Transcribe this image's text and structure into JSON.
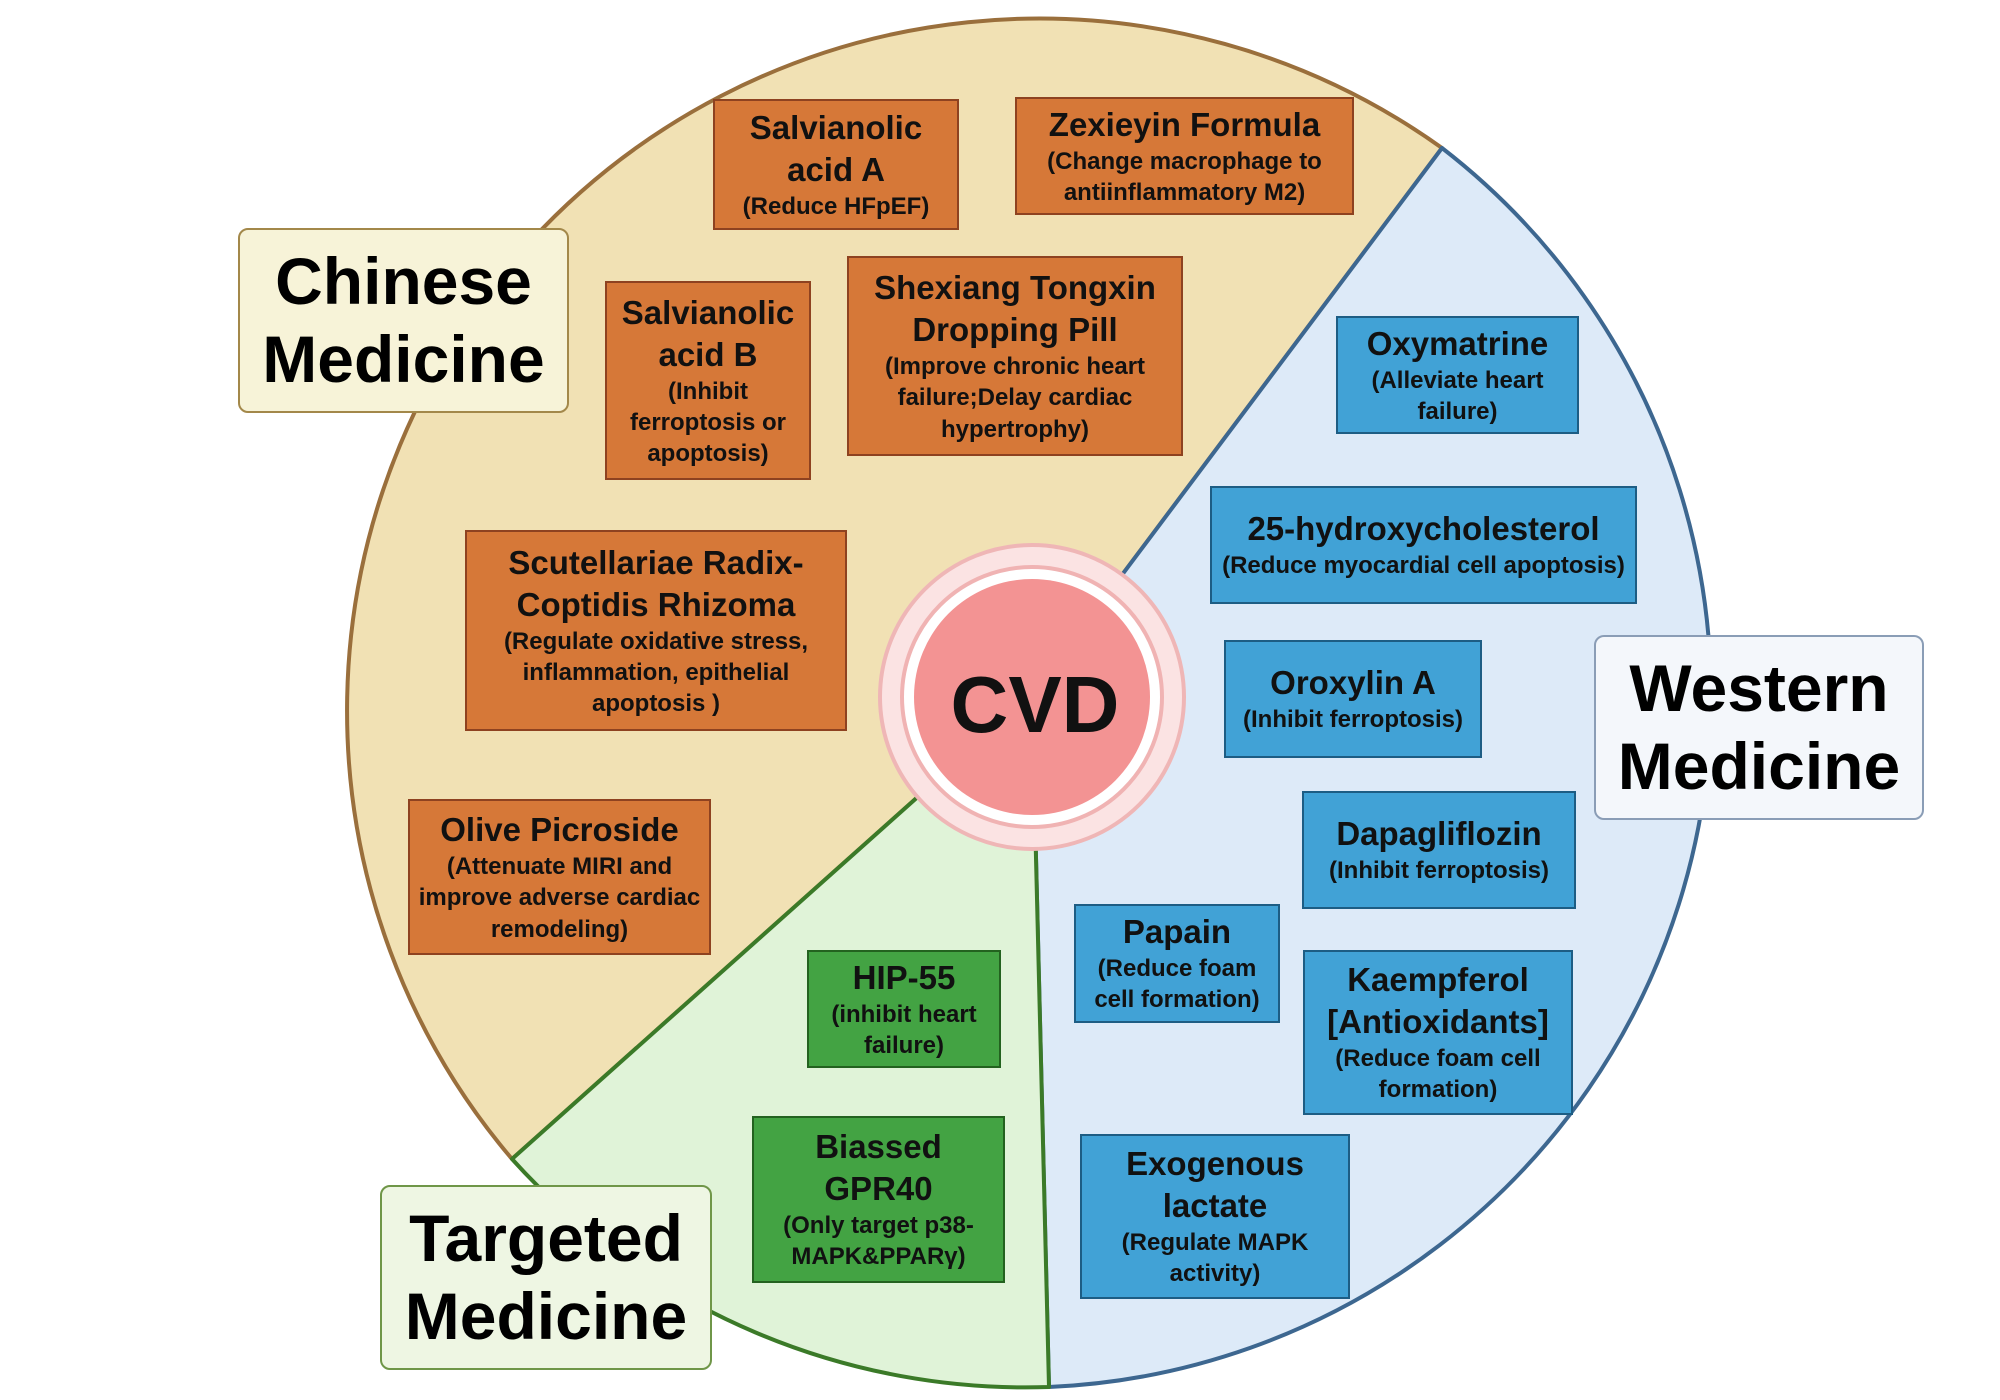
{
  "center": {
    "label": "CVD"
  },
  "sections": {
    "chinese": {
      "label_line1": "Chinese",
      "label_line2": "Medicine",
      "fill": "#f1e1b4",
      "stroke": "#9a6f3c"
    },
    "western": {
      "label_line1": "Western",
      "label_line2": "Medicine",
      "fill": "#ddeaf8",
      "stroke": "#3d6790"
    },
    "targeted": {
      "label_line1": "Targeted",
      "label_line2": "Medicine",
      "fill": "#e0f3d8",
      "stroke": "#3b7a28"
    }
  },
  "chinese_items": [
    {
      "title": "Salvianolic acid A",
      "desc": "(Reduce HFpEF)"
    },
    {
      "title": "Zexieyin Formula",
      "desc": "(Change macrophage to antiinflammatory M2)"
    },
    {
      "title": "Salvianolic acid B",
      "desc": "(Inhibit ferroptosis or apoptosis)"
    },
    {
      "title": "Shexiang Tongxin Dropping Pill",
      "desc": "(Improve chronic heart failure;Delay cardiac hypertrophy)"
    },
    {
      "title": "Scutellariae Radix-Coptidis Rhizoma",
      "desc": "(Regulate oxidative stress, inflammation, epithelial apoptosis )"
    },
    {
      "title": "Olive Picroside",
      "desc": "(Attenuate MIRI and improve adverse cardiac remodeling)"
    }
  ],
  "western_items": [
    {
      "title": "Oxymatrine",
      "desc": "(Alleviate heart failure)"
    },
    {
      "title": "25-hydroxycholesterol",
      "desc": "(Reduce myocardial cell apoptosis)"
    },
    {
      "title": "Oroxylin A",
      "desc": "(Inhibit ferroptosis)"
    },
    {
      "title": "Dapagliflozin",
      "desc": "(Inhibit ferroptosis)"
    },
    {
      "title": "Papain",
      "desc": "(Reduce foam cell formation)"
    },
    {
      "title": "Kaempferol [Antioxidants]",
      "desc": "(Reduce foam cell formation)"
    },
    {
      "title": "Exogenous lactate",
      "desc": "(Regulate MAPK activity)"
    }
  ],
  "targeted_items": [
    {
      "title": "HIP-55",
      "desc": "(inhibit heart failure)"
    },
    {
      "title": "Biassed GPR40",
      "desc": "(Only target p38-MAPK&PPARγ)"
    }
  ]
}
